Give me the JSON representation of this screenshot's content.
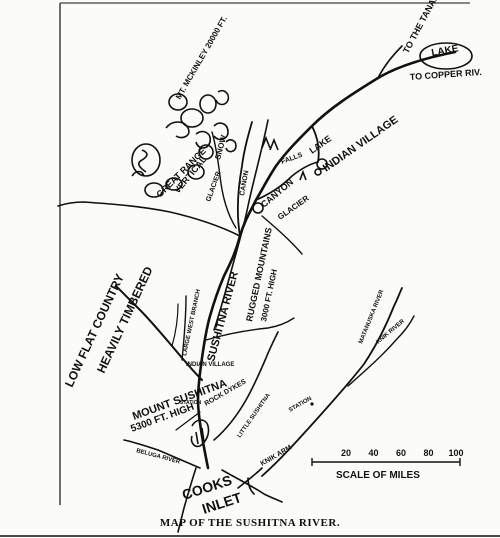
{
  "map": {
    "caption": "MAP OF THE SUSHITNA RIVER.",
    "labels": {
      "to_the_tanana": "TO THE TANANA",
      "lake_ne": "LAKE",
      "to_copper_riv": "TO COPPER RIV.",
      "mt_mckinley": "MT. MCKINLEY 20000 FT.",
      "great_range": "GREAT RANGE",
      "vertical": "VERTICAL",
      "snow": "SNOW",
      "glacier_west": "GLACIER",
      "canon_upper": "CAÑON",
      "falls": "FALLS",
      "lake_indian": "LAKE",
      "indian_village_upper": "INDIAN VILLAGE",
      "canyon": "CANYON",
      "glacier_mid": "GLACIER",
      "rugged_mountains": "RUGGED MOUNTAINS",
      "mountains_height": "3000 FT. HIGH",
      "low_flat_country": "LOW FLAT COUNTRY",
      "heavily_timbered": "HEAVILY TIMBERED",
      "sushitna_river": "SUSHITNA RIVER",
      "large_west_branch": "LARGE WEST BRANCH",
      "indian_village_lower": "INDIAN VILLAGE",
      "station_lower": "STATION",
      "rock_dykes": "ROCK DYKES",
      "mount_sushitna": "MOUNT SUSHITNA",
      "mount_height": "5300 FT. HIGH",
      "beluga_river": "BELUGA RIVER",
      "little_sushitna": "LITTLE SUSHITNA",
      "matanuska_river": "MATANUSKA RIVER",
      "knik_river": "KNIK RIVER",
      "station_knik": "STATION",
      "knik_arm": "KNIK ARM",
      "cooks": "COOKS",
      "inlet": "INLET"
    },
    "scale": {
      "ticks": [
        "20",
        "40",
        "60",
        "80",
        "100"
      ],
      "label": "SCALE OF MILES"
    }
  }
}
